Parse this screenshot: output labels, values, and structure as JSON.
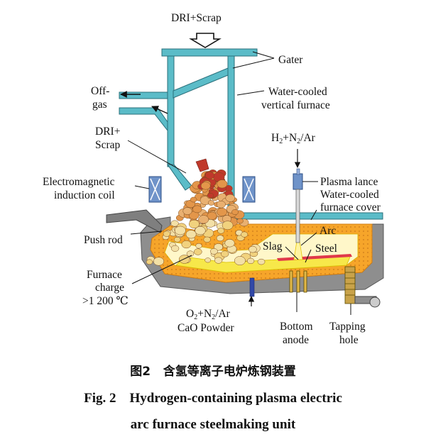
{
  "labels": {
    "top_input": "DRI+Scrap",
    "gater": "Gater",
    "offgas_1": "Off-",
    "offgas_2": "gas",
    "water_cooled_vertical_1": "Water-cooled",
    "water_cooled_vertical_2": "vertical furnace",
    "dri_scrap_1": "DRI+",
    "dri_scrap_2": "Scrap",
    "h2_gas": "H2+N2/Ar",
    "em_coil_1": "Electromagnetic",
    "em_coil_2": "induction coil",
    "plasma_lance": "Plasma lance",
    "water_cooled_cover_1": "Water-cooled",
    "water_cooled_cover_2": "furnace cover",
    "push_rod": "Push rod",
    "arc": "Arc",
    "slag": "Slag",
    "steel": "Steel",
    "furnace_charge_1": "Furnace",
    "furnace_charge_2": "charge",
    "furnace_charge_3": ">1 200 ℃",
    "bottom_gas_1": "O2+N2/Ar",
    "bottom_gas_2": "CaO Powder",
    "bottom_anode_1": "Bottom",
    "bottom_anode_2": "anode",
    "tapping_hole_1": "Tapping",
    "tapping_hole_2": "hole"
  },
  "caption": {
    "cn": "图2   含氢等离子电炉炼钢装置",
    "en_line1": "Fig. 2    Hydrogen-containing plasma electric",
    "en_line2": "arc furnace steelmaking unit"
  },
  "colors": {
    "shaft_teal": "#5bbcc8",
    "shaft_outline": "#2a6f7a",
    "refractory_orange": "#f5a623",
    "steel_yellow": "#f7e84a",
    "slag_red": "#e0394a",
    "coil_blue": "#6f93c9",
    "scrap_red": "#c0392b",
    "scrap_orange": "#e3964a",
    "scrap_cream": "#f3e0a6"
  }
}
